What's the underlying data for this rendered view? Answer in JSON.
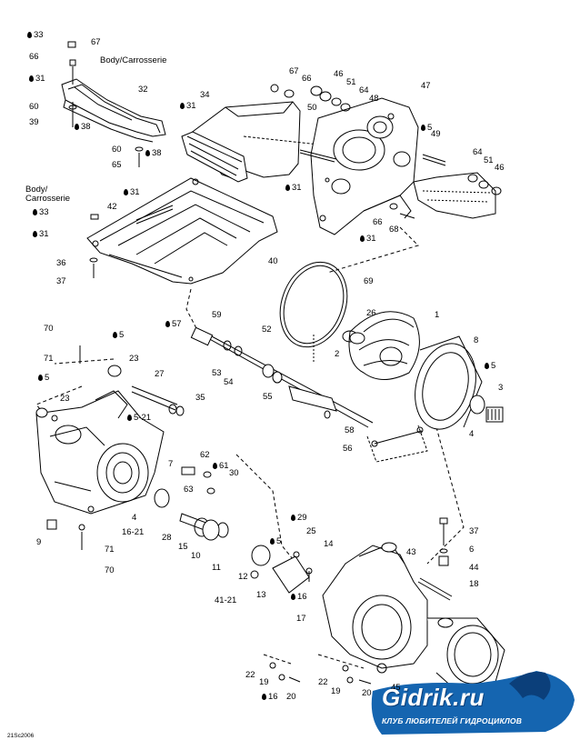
{
  "figure_code": "21Sc2006",
  "body_label_top": "Body/Carrosserie",
  "body_label_left": "Body/\nCarrosserie",
  "logo": {
    "main": "Gidrik.ru",
    "sub": "КЛУБ ЛЮБИТЕЛЕЙ ГИДРОЦИКЛОВ",
    "color": "#1565b0"
  },
  "callouts": [
    {
      "id": "c33a",
      "text": "33",
      "drop": true
    },
    {
      "id": "c67a",
      "text": "67"
    },
    {
      "id": "c66a",
      "text": "66"
    },
    {
      "id": "c31a",
      "text": "31",
      "drop": true
    },
    {
      "id": "c32",
      "text": "32"
    },
    {
      "id": "c60a",
      "text": "60"
    },
    {
      "id": "c39",
      "text": "39"
    },
    {
      "id": "c38a",
      "text": "38",
      "drop": true
    },
    {
      "id": "c60b",
      "text": "60"
    },
    {
      "id": "c38b",
      "text": "38",
      "drop": true
    },
    {
      "id": "c65",
      "text": "65"
    },
    {
      "id": "c34",
      "text": "34"
    },
    {
      "id": "c31b",
      "text": "31",
      "drop": true
    },
    {
      "id": "c67b",
      "text": "67"
    },
    {
      "id": "c66b",
      "text": "66"
    },
    {
      "id": "c46a",
      "text": "46"
    },
    {
      "id": "c51a",
      "text": "51"
    },
    {
      "id": "c64a",
      "text": "64"
    },
    {
      "id": "c48",
      "text": "48"
    },
    {
      "id": "c47",
      "text": "47"
    },
    {
      "id": "c50",
      "text": "50"
    },
    {
      "id": "c5a",
      "text": "5",
      "drop": true
    },
    {
      "id": "c49",
      "text": "49"
    },
    {
      "id": "c64b",
      "text": "64"
    },
    {
      "id": "c51b",
      "text": "51"
    },
    {
      "id": "c46b",
      "text": "46"
    },
    {
      "id": "c31c",
      "text": "31",
      "drop": true
    },
    {
      "id": "c66c",
      "text": "66"
    },
    {
      "id": "c68",
      "text": "68"
    },
    {
      "id": "c31d",
      "text": "31",
      "drop": true
    },
    {
      "id": "c31e",
      "text": "31",
      "drop": true
    },
    {
      "id": "c42",
      "text": "42"
    },
    {
      "id": "c33b",
      "text": "33",
      "drop": true
    },
    {
      "id": "c31f",
      "text": "31",
      "drop": true
    },
    {
      "id": "c40",
      "text": "40"
    },
    {
      "id": "c36",
      "text": "36"
    },
    {
      "id": "c37a",
      "text": "37"
    },
    {
      "id": "c69",
      "text": "69"
    },
    {
      "id": "c57",
      "text": "57",
      "drop": true
    },
    {
      "id": "c59",
      "text": "59"
    },
    {
      "id": "c52",
      "text": "52"
    },
    {
      "id": "c26",
      "text": "26"
    },
    {
      "id": "c1",
      "text": "1"
    },
    {
      "id": "c2",
      "text": "2"
    },
    {
      "id": "c8",
      "text": "8"
    },
    {
      "id": "c70a",
      "text": "70"
    },
    {
      "id": "c5b",
      "text": "5",
      "drop": true
    },
    {
      "id": "c71a",
      "text": "71"
    },
    {
      "id": "c23a",
      "text": "23"
    },
    {
      "id": "c27",
      "text": "27"
    },
    {
      "id": "c53",
      "text": "53"
    },
    {
      "id": "c54",
      "text": "54"
    },
    {
      "id": "c55",
      "text": "55"
    },
    {
      "id": "c5c",
      "text": "5",
      "drop": true
    },
    {
      "id": "c3",
      "text": "3"
    },
    {
      "id": "c5d",
      "text": "5",
      "drop": true
    },
    {
      "id": "c23b",
      "text": "23"
    },
    {
      "id": "c35",
      "text": "35"
    },
    {
      "id": "c521a",
      "text": "5-21",
      "drop": true
    },
    {
      "id": "c58",
      "text": "58"
    },
    {
      "id": "c4a",
      "text": "4"
    },
    {
      "id": "c56",
      "text": "56"
    },
    {
      "id": "c7",
      "text": "7"
    },
    {
      "id": "c62",
      "text": "62"
    },
    {
      "id": "c61",
      "text": "61",
      "drop": true
    },
    {
      "id": "c30",
      "text": "30"
    },
    {
      "id": "c63",
      "text": "63"
    },
    {
      "id": "c4b",
      "text": "4"
    },
    {
      "id": "c1621a",
      "text": "16-21",
      "drop": false
    },
    {
      "id": "c28",
      "text": "28"
    },
    {
      "id": "c15",
      "text": "15"
    },
    {
      "id": "c10",
      "text": "10"
    },
    {
      "id": "c9",
      "text": "9"
    },
    {
      "id": "c71b",
      "text": "71"
    },
    {
      "id": "c70b",
      "text": "70"
    },
    {
      "id": "c29",
      "text": "29",
      "drop": true
    },
    {
      "id": "c25",
      "text": "25"
    },
    {
      "id": "c37b",
      "text": "37"
    },
    {
      "id": "c5e",
      "text": "5",
      "drop": true
    },
    {
      "id": "c14",
      "text": "14"
    },
    {
      "id": "c43",
      "text": "43"
    },
    {
      "id": "c6",
      "text": "6"
    },
    {
      "id": "c11",
      "text": "11"
    },
    {
      "id": "c12",
      "text": "12"
    },
    {
      "id": "c44",
      "text": "44"
    },
    {
      "id": "c18",
      "text": "18"
    },
    {
      "id": "c4121",
      "text": "41-21"
    },
    {
      "id": "c13",
      "text": "13"
    },
    {
      "id": "c16a",
      "text": "16",
      "drop": true
    },
    {
      "id": "c17",
      "text": "17"
    },
    {
      "id": "c22a",
      "text": "22"
    },
    {
      "id": "c19a",
      "text": "19"
    },
    {
      "id": "c16b",
      "text": "16",
      "drop": true
    },
    {
      "id": "c20a",
      "text": "20"
    },
    {
      "id": "c22b",
      "text": "22"
    },
    {
      "id": "c19b",
      "text": "19"
    },
    {
      "id": "c20b",
      "text": "20"
    },
    {
      "id": "c45",
      "text": "45"
    }
  ]
}
